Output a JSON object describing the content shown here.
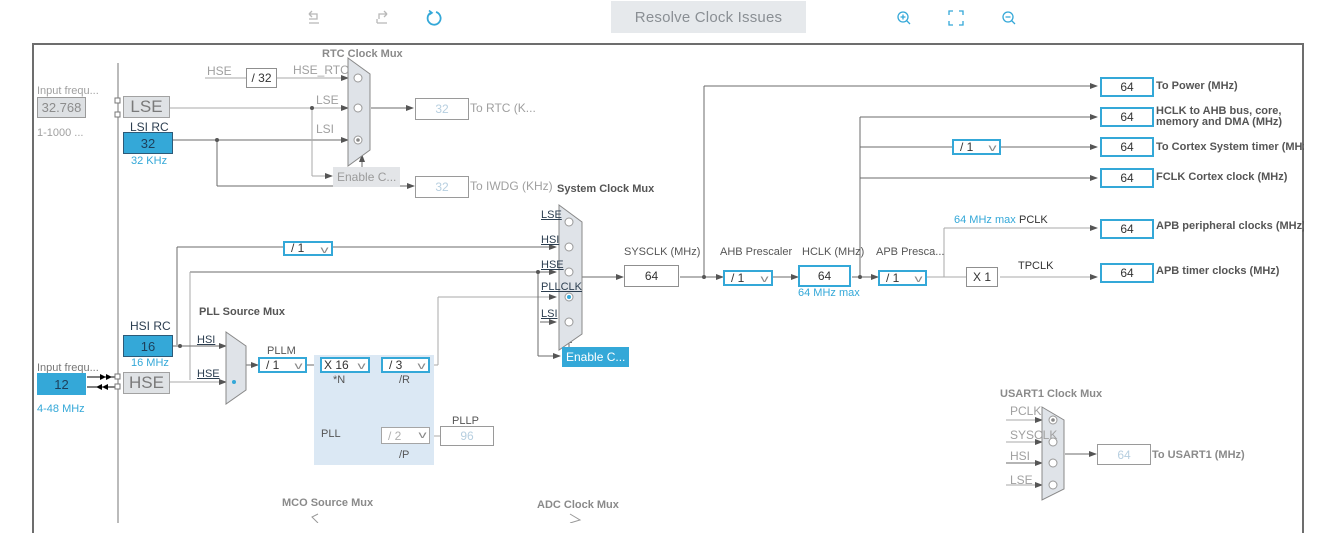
{
  "toolbar": {
    "undo_icon": "undo-icon",
    "redo_icon": "redo-icon",
    "reset_icon": "refresh-icon",
    "resolve_label": "Resolve Clock Issues",
    "zoom_in_icon": "zoom-in-icon",
    "fit_icon": "fit-screen-icon",
    "zoom_out_icon": "zoom-out-icon"
  },
  "colors": {
    "accent": "#34a8d8",
    "wire": "#6b6b6b",
    "disabled": "#b7cfe0",
    "pll_bg": "#dbe8f4"
  },
  "lse": {
    "input_label": "Input frequ...",
    "input_value": "32.768",
    "range": "1-1000 ...",
    "label": "LSE"
  },
  "lsi": {
    "title": "LSI RC",
    "value": "32",
    "unit": "32 KHz"
  },
  "rtc": {
    "mux_title": "RTC Clock Mux",
    "hse_label": "HSE",
    "hse_div": "/ 32",
    "hse_rtc_label": "HSE_RTC",
    "lse_label": "LSE",
    "lsi_label": "LSI",
    "enable_label": "Enable C...",
    "out_value": "32",
    "out_label": "To RTC (K..."
  },
  "iwdg": {
    "value": "32",
    "label": "To IWDG (KHz)"
  },
  "sysmux": {
    "title": "System Clock Mux",
    "inputs": [
      "LSE",
      "HSI",
      "HSE",
      "PLLCLK",
      "LSI"
    ],
    "selected": "PLLCLK",
    "enable_label": "Enable C..."
  },
  "hsi_div": {
    "value": "/ 1"
  },
  "hsi": {
    "title": "HSI RC",
    "value": "16",
    "unit": "16 MHz"
  },
  "hse": {
    "input_label": "Input frequ...",
    "input_value": "12",
    "range": "4-48 MHz",
    "label": "HSE"
  },
  "pll": {
    "src_mux_title": "PLL Source Mux",
    "src_hsi": "HSI",
    "src_hse": "HSE",
    "src_selected": "HSE",
    "pllm_label": "PLLM",
    "pllm_value": "/ 1",
    "n_value": "X 16",
    "n_label": "*N",
    "r_value": "/ 3",
    "r_label": "/R",
    "p_value": "/ 2",
    "p_label": "/P",
    "block_label": "PLL",
    "pllp_label": "PLLP",
    "pllp_value": "96"
  },
  "sysclk": {
    "label": "SYSCLK (MHz)",
    "value": "64"
  },
  "ahb": {
    "label": "AHB Prescaler",
    "value": "/ 1"
  },
  "hclk": {
    "label": "HCLK (MHz)",
    "value": "64",
    "max": "64 MHz max"
  },
  "apb": {
    "label": "APB Presca...",
    "value": "/ 1",
    "pclk_max": "64 MHz max",
    "pclk_label": "PCLK",
    "timer_mult": "X 1",
    "tpclk_label": "TPCLK"
  },
  "cortex_div": {
    "value": "/ 1"
  },
  "outputs": [
    {
      "value": "64",
      "label": "To Power (MHz)"
    },
    {
      "value": "64",
      "label": "HCLK to AHB bus, core, memory and DMA (MHz)"
    },
    {
      "value": "64",
      "label": "To Cortex System timer (MHz)"
    },
    {
      "value": "64",
      "label": "FCLK Cortex clock (MHz)"
    },
    {
      "value": "64",
      "label": "APB peripheral clocks (MHz)"
    },
    {
      "value": "64",
      "label": "APB timer clocks (MHz)"
    }
  ],
  "usart1": {
    "mux_title": "USART1 Clock Mux",
    "inputs": [
      "PCLK",
      "SYSCLK",
      "HSI",
      "LSE"
    ],
    "selected": "PCLK",
    "value": "64",
    "label": "To USART1 (MHz)"
  },
  "mco": {
    "title": "MCO Source Mux"
  },
  "adc": {
    "title": "ADC Clock Mux"
  }
}
